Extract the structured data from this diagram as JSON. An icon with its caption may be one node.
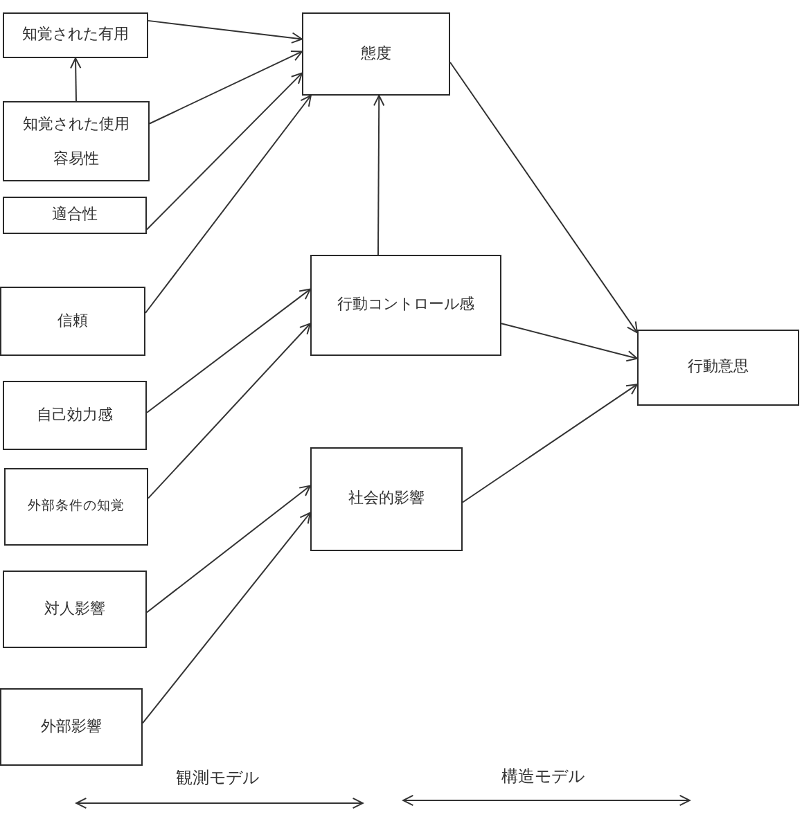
{
  "diagram": {
    "nodes": [
      {
        "text": [
          "知覚された有用"
        ]
      },
      {
        "text": [
          "知覚された使用容易性"
        ]
      },
      {
        "text": [
          "適合性"
        ]
      },
      {
        "text": [
          "信頼"
        ]
      },
      {
        "text": [
          "自己効力感"
        ]
      },
      {
        "text": [
          "外部条件の知覚"
        ]
      },
      {
        "text": [
          "対人影響"
        ]
      },
      {
        "text": [
          "外部影響"
        ]
      },
      {
        "text": [
          "態度"
        ]
      },
      {
        "text": [
          "行動コントロール感"
        ]
      },
      {
        "text": [
          "社会的影響"
        ]
      },
      {
        "text": [
          "行動意思"
        ]
      }
    ],
    "edges": [
      {
        "from": 0,
        "to": 8,
        "arrow": "to"
      },
      {
        "from": 1,
        "to": 0,
        "arrow": "to"
      },
      {
        "from": 1,
        "to": 8,
        "arrow": "to"
      },
      {
        "from": 2,
        "to": 8,
        "arrow": "to"
      },
      {
        "from": 3,
        "to": 8,
        "arrow": "to"
      },
      {
        "from": 4,
        "to": 9,
        "arrow": "to"
      },
      {
        "from": 5,
        "to": 9,
        "arrow": "to"
      },
      {
        "from": 6,
        "to": 10,
        "arrow": "to"
      },
      {
        "from": 7,
        "to": 10,
        "arrow": "to"
      },
      {
        "from": 9,
        "to": 8,
        "arrow": "to"
      },
      {
        "from": 8,
        "to": 11,
        "arrow": "to"
      },
      {
        "from": 9,
        "to": 11,
        "arrow": "to"
      },
      {
        "from": 10,
        "to": 11,
        "arrow": "to"
      }
    ],
    "labels": [
      "観測モデル",
      "構造モデル"
    ]
  }
}
